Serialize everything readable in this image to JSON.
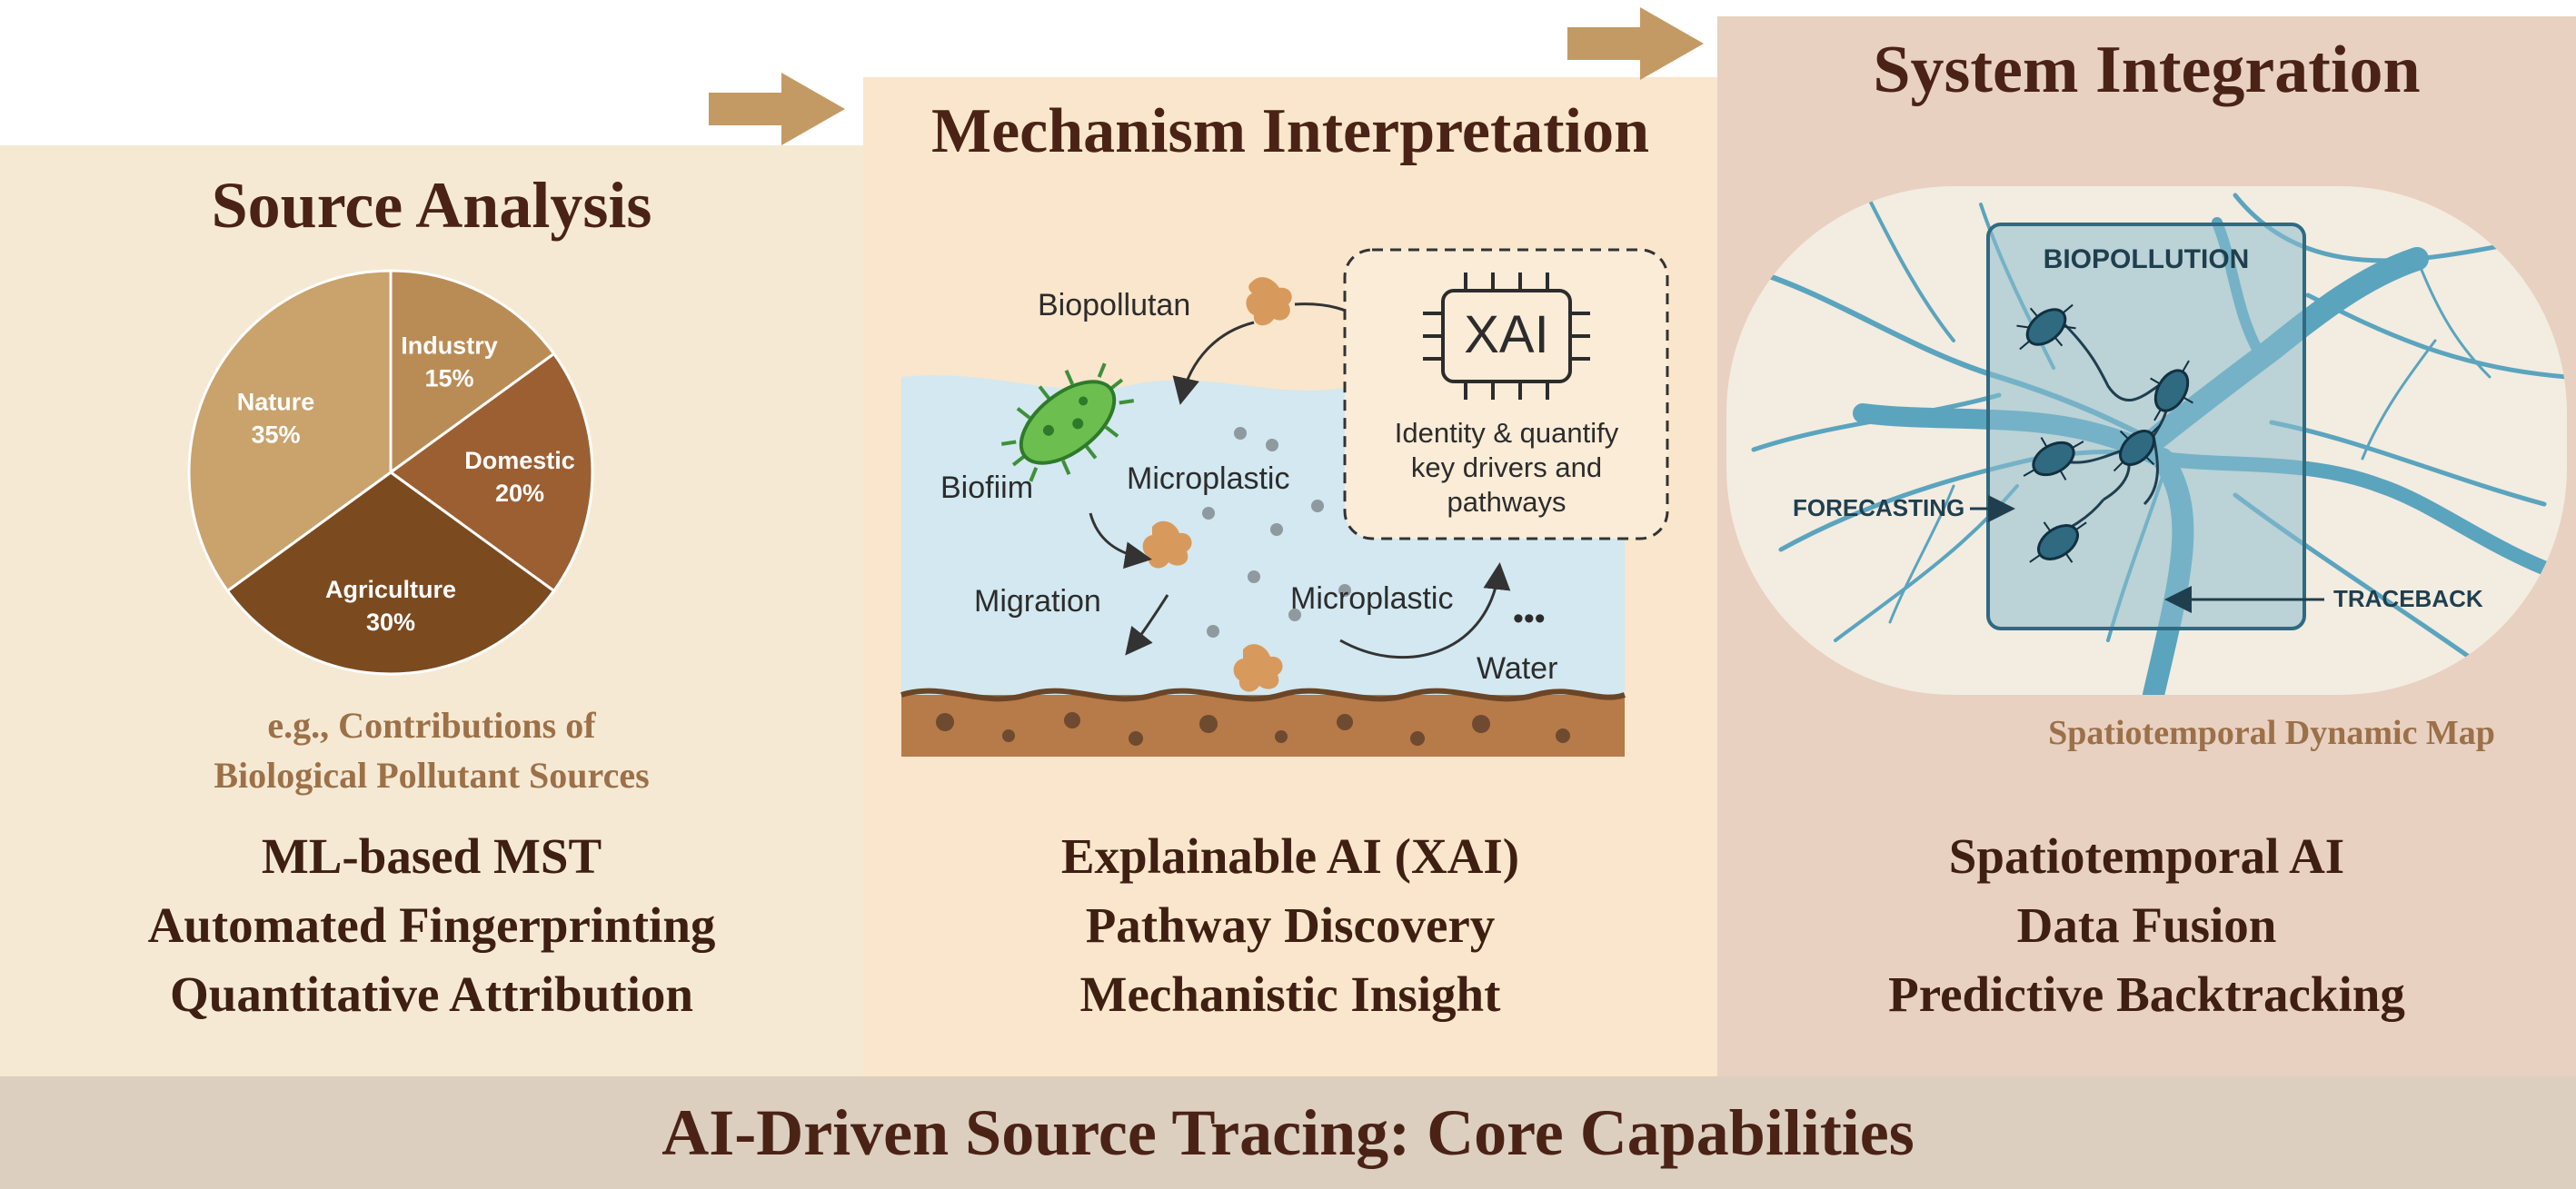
{
  "footer": {
    "title": "AI-Driven Source Tracing: Core Capabilities"
  },
  "panel1": {
    "title": "Source Analysis",
    "pie": [
      {
        "label": "Industry",
        "value": 15,
        "percent": "15%",
        "color": "#ba8c55"
      },
      {
        "label": "Domestic",
        "value": 20,
        "percent": "20%",
        "color": "#9c5f32"
      },
      {
        "label": "Agriculture",
        "value": 30,
        "percent": "30%",
        "color": "#7c4a1f"
      },
      {
        "label": "Nature",
        "value": 35,
        "percent": "35%",
        "color": "#c9a26c"
      }
    ],
    "caption_line1": "e.g., Contributions of",
    "caption_line2": "Biological Pollutant Sources",
    "capabilities": [
      "ML-based MST",
      "Automated Fingerprinting",
      "Quantitative Attribution"
    ]
  },
  "panel2": {
    "title": "Mechanism Interpretation",
    "labels": {
      "biopollutant": "Biopollutan",
      "biofilm": "Biofiim",
      "microplastic_top": "Microplastic",
      "migration": "Migration",
      "microplastic_bottom": "Microplastic",
      "water": "Water",
      "ellipsis": "•••",
      "xai": "XAI",
      "xai_desc_line1": "Identity & quantify",
      "xai_desc_line2": "key drivers and",
      "xai_desc_line3": "pathways"
    },
    "capabilities": [
      "Explainable AI (XAI)",
      "Pathway Discovery",
      "Mechanistic Insight"
    ]
  },
  "panel3": {
    "title": "System Integration",
    "labels": {
      "biopollution": "BIOPOLLUTION",
      "forecasting": "FORECASTING",
      "traceback": "TRACEBACK"
    },
    "map_caption": "Spatiotemporal Dynamic Map",
    "capabilities": [
      "Spatiotemporal AI",
      "Data Fusion",
      "Predictive Backtracking"
    ]
  },
  "colors": {
    "title_text": "#4a2316",
    "arrow": "#c49a64",
    "river": "#5aa4be",
    "water": "#d3e8f0",
    "sediment": "#b77a49",
    "chip": "#2c2c2c"
  }
}
